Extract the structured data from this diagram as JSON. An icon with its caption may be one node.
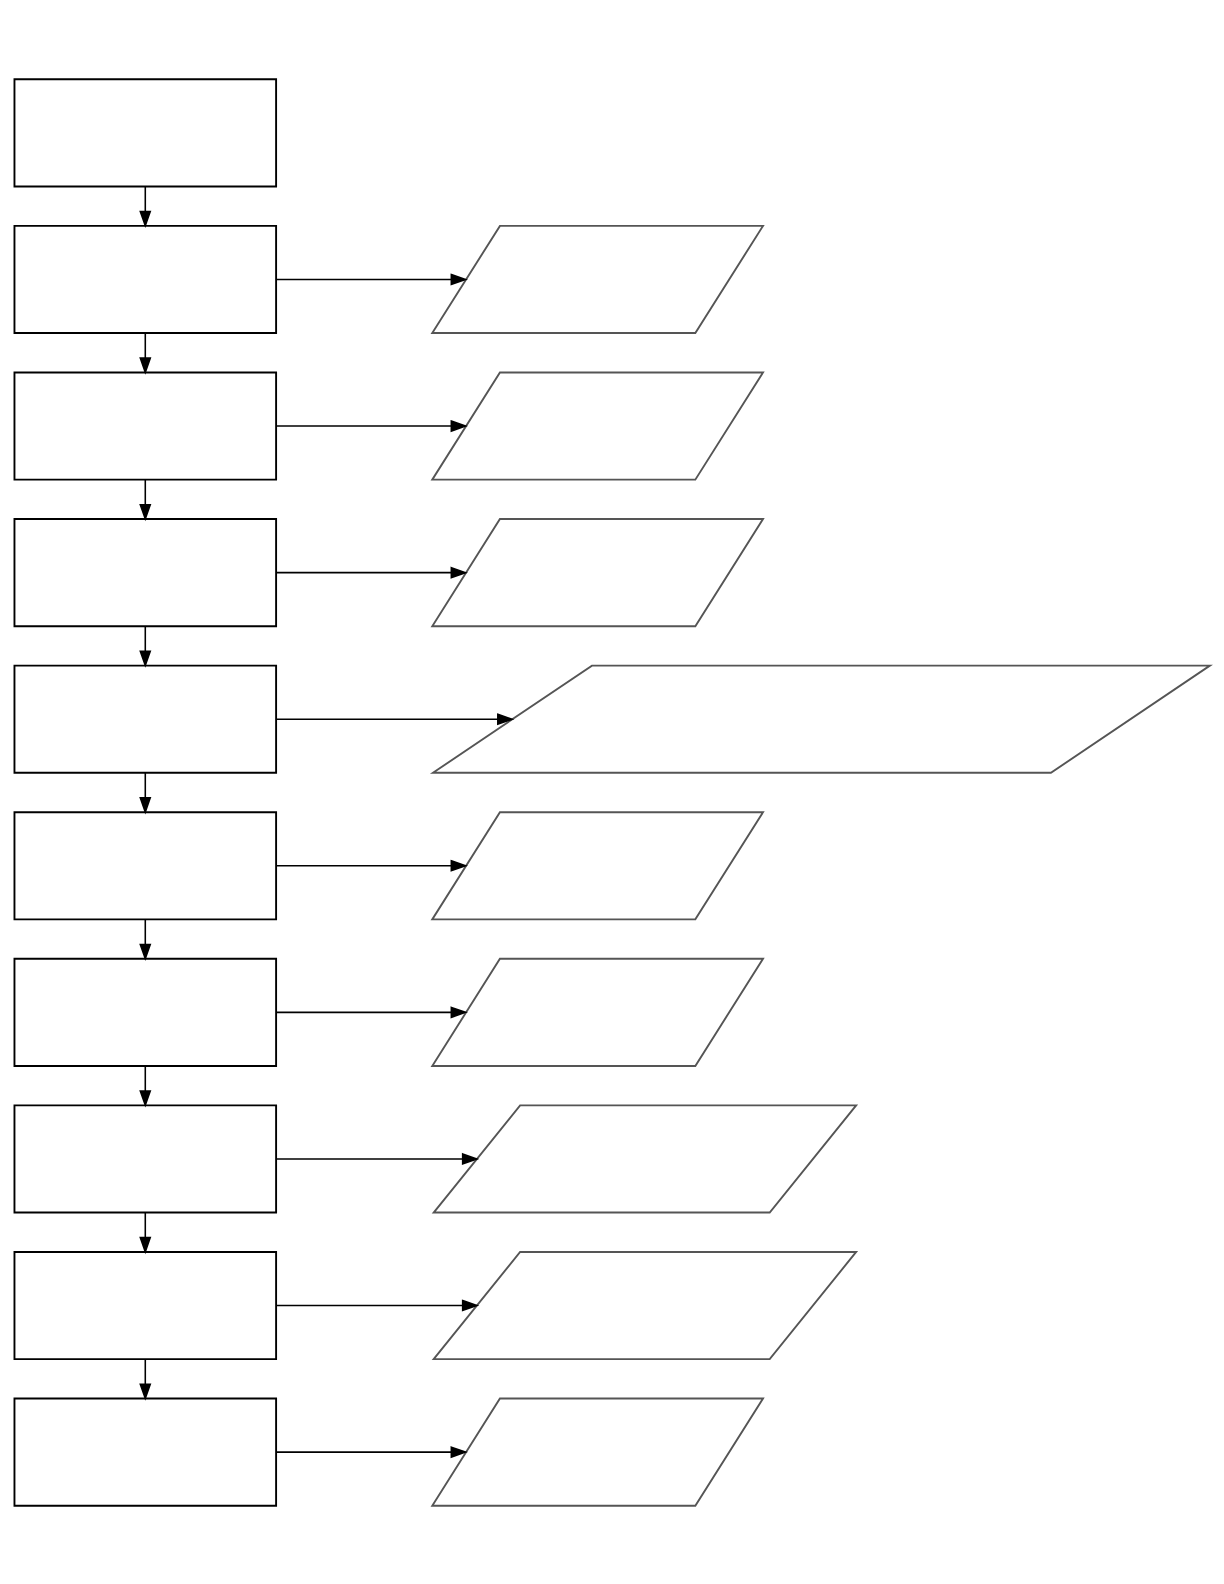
{
  "diagram": {
    "nodes": [
      {
        "text": [],
        "shape": "box"
      },
      {
        "text": [],
        "shape": "box"
      },
      {
        "text": [],
        "shape": "box"
      },
      {
        "text": [],
        "shape": "box"
      },
      {
        "text": [],
        "shape": "box"
      },
      {
        "text": [],
        "shape": "box"
      },
      {
        "text": [],
        "shape": "box"
      },
      {
        "text": [],
        "shape": "box"
      },
      {
        "text": [],
        "shape": "box"
      },
      {
        "text": [],
        "shape": "box"
      },
      {
        "text": [],
        "shape": "parallelogram"
      },
      {
        "text": [],
        "shape": "parallelogram"
      },
      {
        "text": [],
        "shape": "parallelogram"
      },
      {
        "text": [],
        "shape": "parallelogram"
      },
      {
        "text": [],
        "shape": "parallelogram"
      },
      {
        "text": [],
        "shape": "parallelogram"
      },
      {
        "text": [],
        "shape": "parallelogram"
      },
      {
        "text": [],
        "shape": "parallelogram"
      },
      {
        "text": [],
        "shape": "parallelogram"
      }
    ],
    "edges": [
      {
        "from": 0,
        "to": 1,
        "arrow": "to"
      },
      {
        "from": 1,
        "to": 10,
        "arrow": "to"
      },
      {
        "from": 1,
        "to": 2,
        "arrow": "to"
      },
      {
        "from": 2,
        "to": 11,
        "arrow": "to"
      },
      {
        "from": 2,
        "to": 3,
        "arrow": "to"
      },
      {
        "from": 3,
        "to": 12,
        "arrow": "to"
      },
      {
        "from": 3,
        "to": 4,
        "arrow": "to"
      },
      {
        "from": 4,
        "to": 13,
        "arrow": "to"
      },
      {
        "from": 4,
        "to": 5,
        "arrow": "to"
      },
      {
        "from": 5,
        "to": 14,
        "arrow": "to"
      },
      {
        "from": 5,
        "to": 6,
        "arrow": "to"
      },
      {
        "from": 6,
        "to": 15,
        "arrow": "to"
      },
      {
        "from": 6,
        "to": 7,
        "arrow": "to"
      },
      {
        "from": 7,
        "to": 16,
        "arrow": "to"
      },
      {
        "from": 7,
        "to": 8,
        "arrow": "to"
      },
      {
        "from": 8,
        "to": 17,
        "arrow": "to"
      },
      {
        "from": 8,
        "to": 9,
        "arrow": "to"
      },
      {
        "from": 9,
        "to": 18,
        "arrow": "to"
      }
    ]
  }
}
